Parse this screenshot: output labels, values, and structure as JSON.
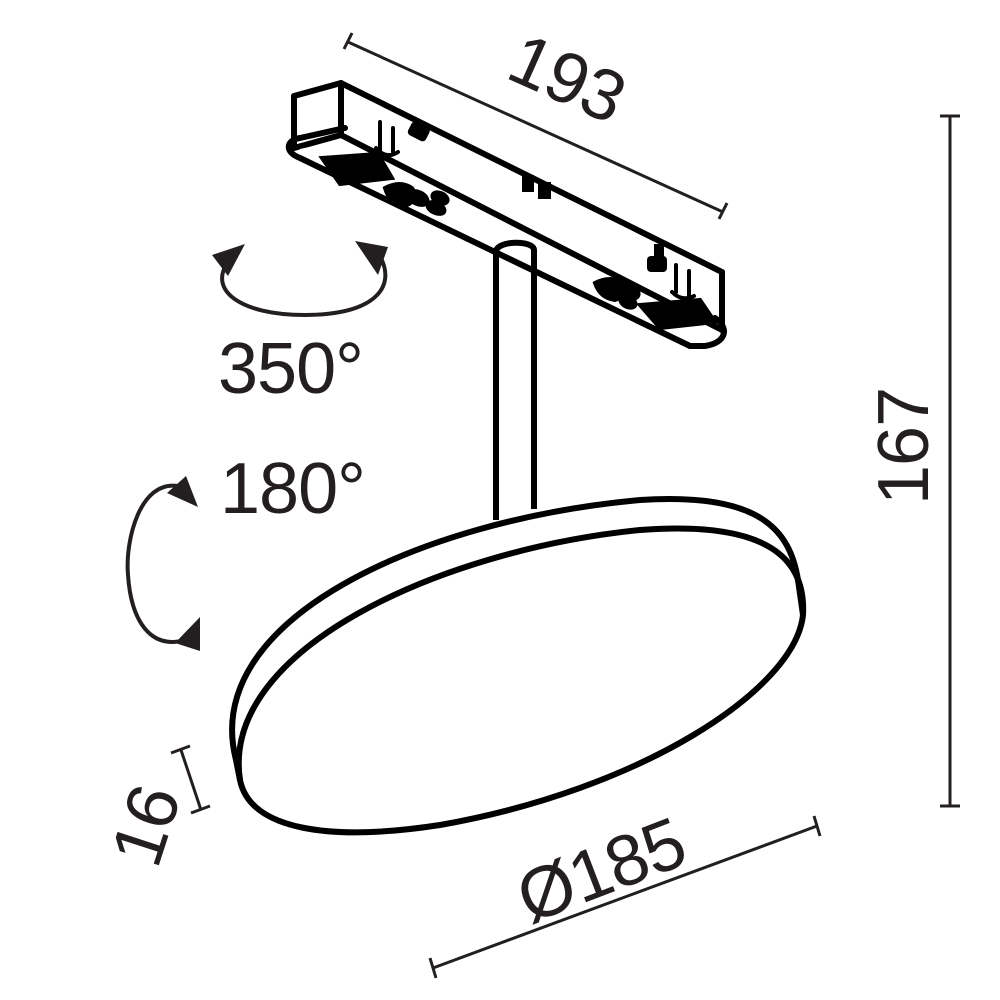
{
  "drawing": {
    "type": "technical dimension drawing",
    "subject": "track spotlight with round disk head",
    "line_color": "#000000",
    "dim_color": "#231f20",
    "background": "#ffffff"
  },
  "dimensions": {
    "track_adapter_length": "193",
    "overall_height": "167",
    "disk_diameter": "Ø185",
    "disk_thickness": "16"
  },
  "rotations": {
    "horizontal": "350°",
    "vertical": "180°"
  }
}
